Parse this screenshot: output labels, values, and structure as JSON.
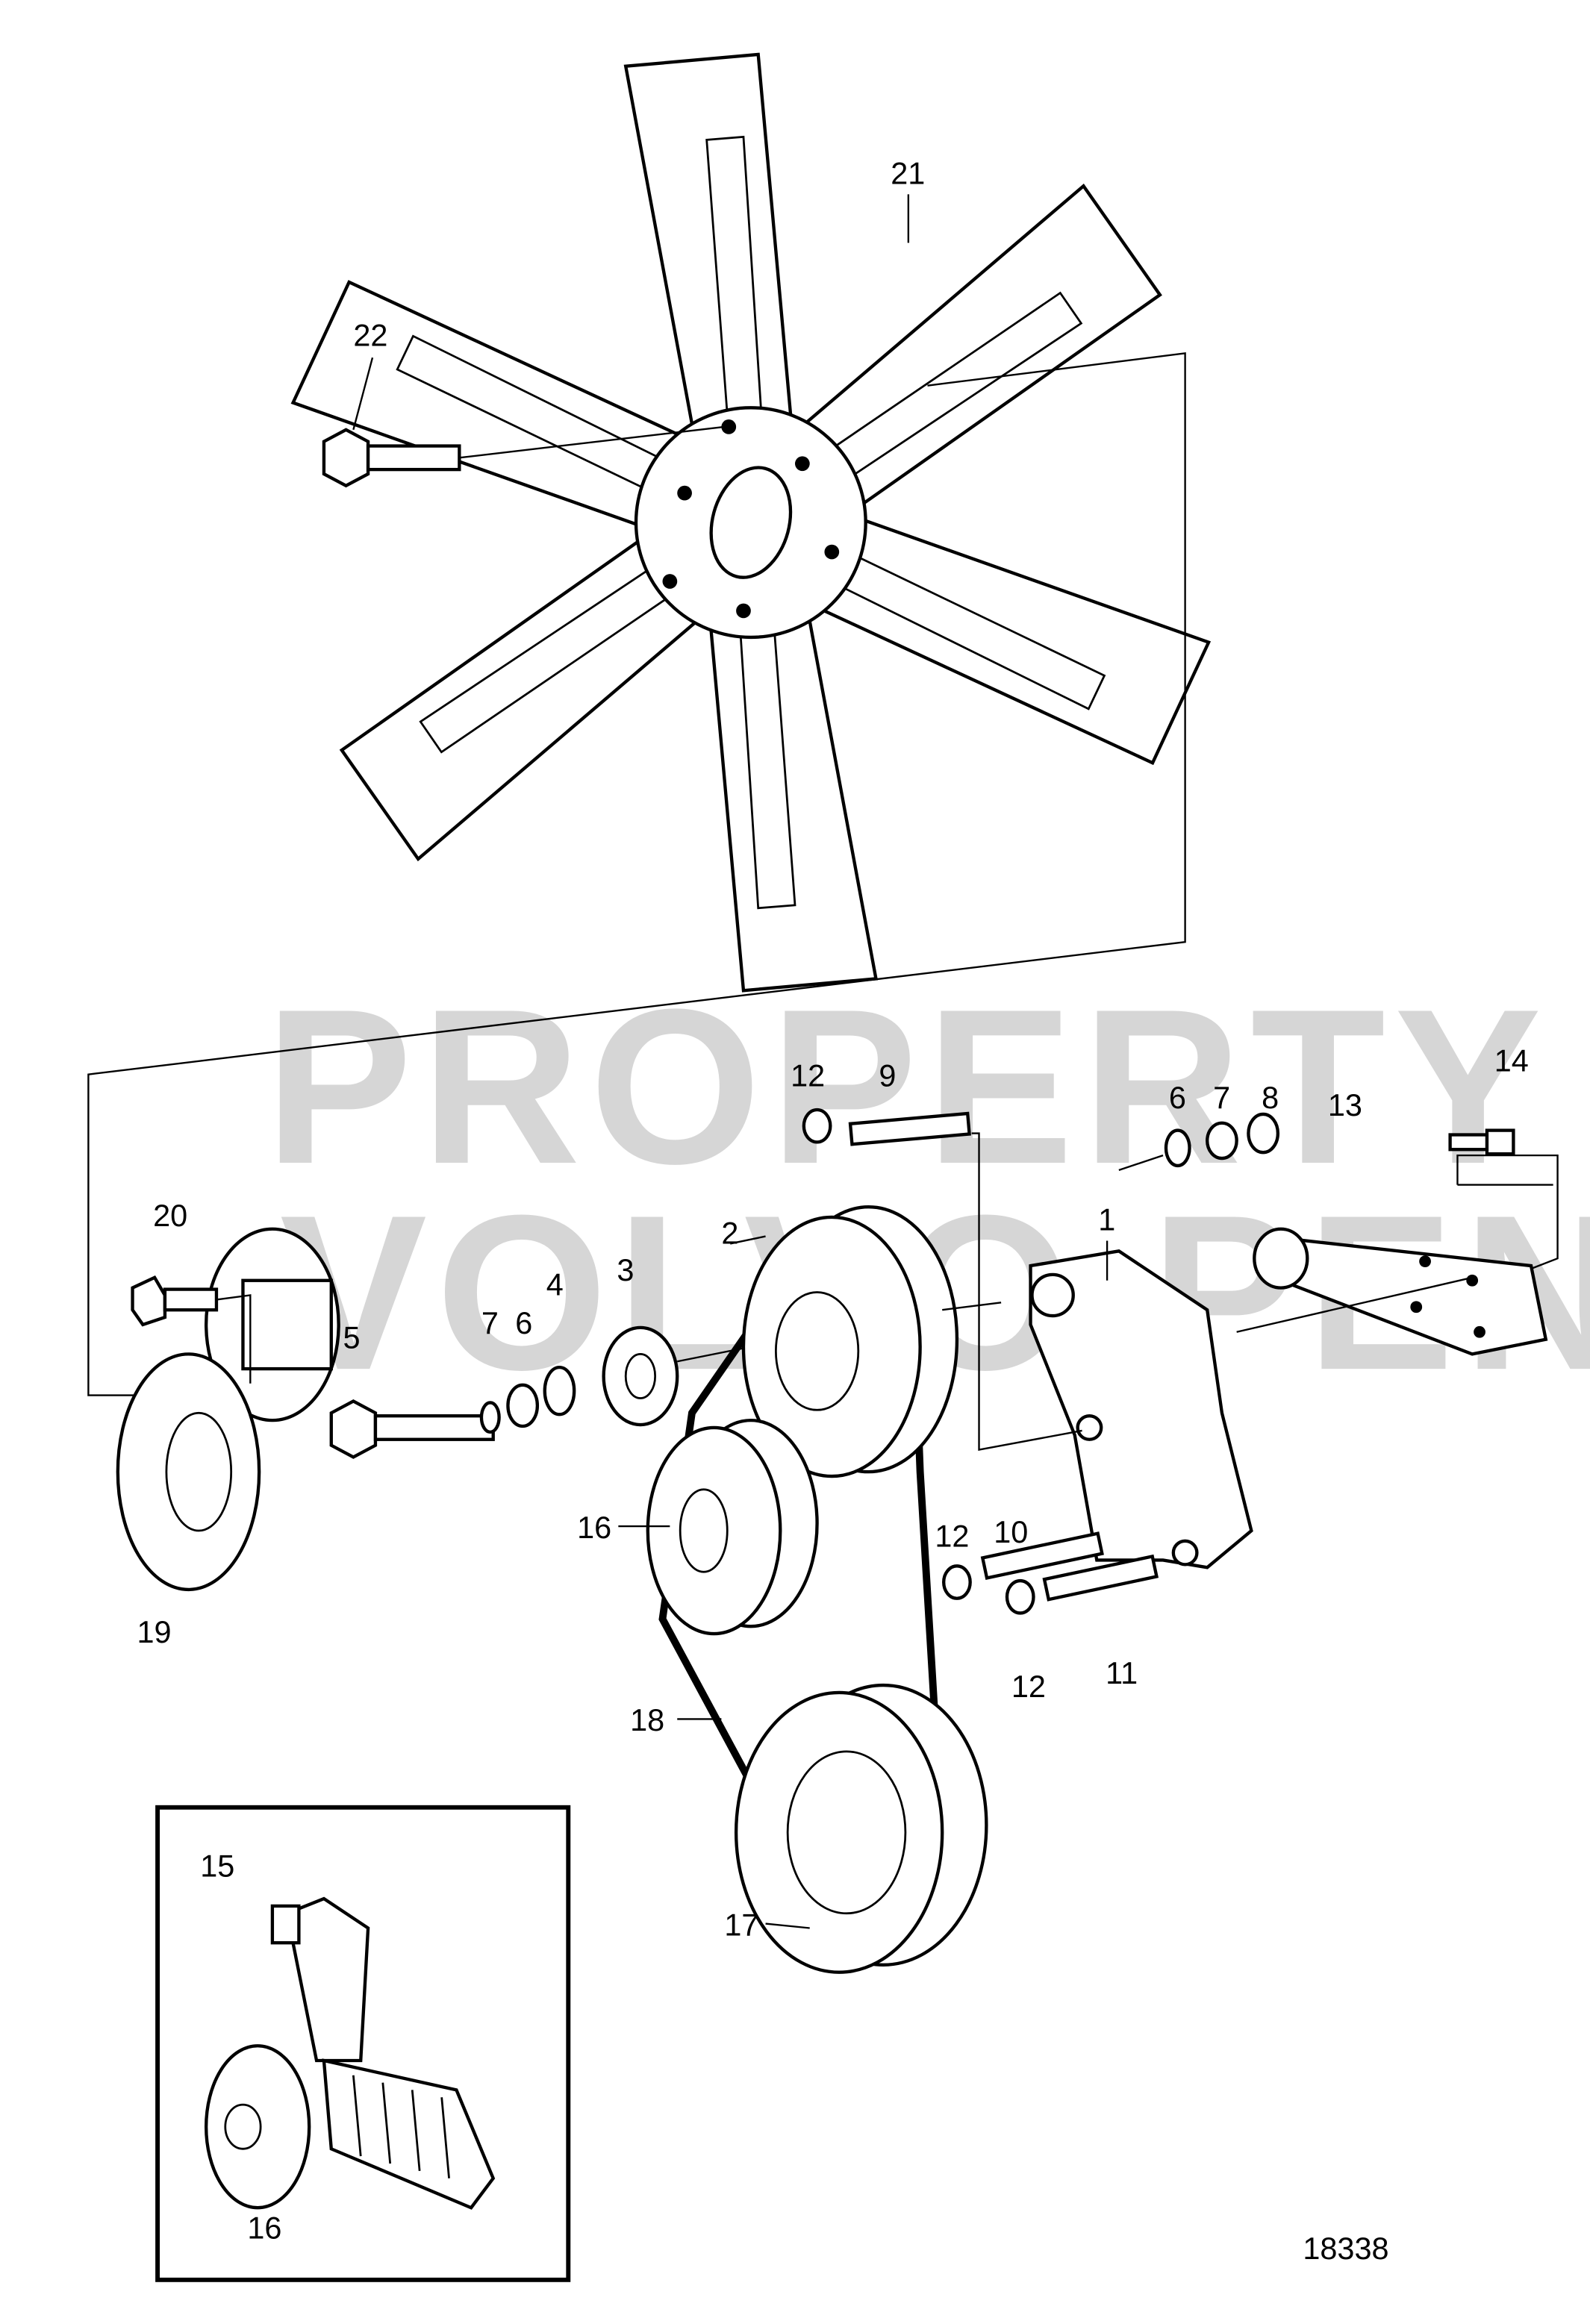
{
  "diagram": {
    "watermark": {
      "line1": "PROPERTY OF",
      "line2": "VOLVO PENTA"
    },
    "figure_number": "18338",
    "callouts": {
      "fan": "21",
      "fan_bolt": "22",
      "nut_top": "12",
      "stud_top": "9",
      "spacer_right": "6",
      "washer_right": "7",
      "nut_right": "8",
      "screw_14": "14",
      "bracket_13": "13",
      "pulley_2": "2",
      "bracket_1": "1",
      "screw_20": "20",
      "washer_left": "7",
      "spacer_left": "6",
      "circlip": "4",
      "bearing": "3",
      "bolt_5": "5",
      "pulley_16": "16",
      "nut_mid": "12",
      "stud_10": "10",
      "hub_19": "19",
      "belt": "18",
      "nut_low": "12",
      "stud_11": "11",
      "tensioner": "15",
      "crank_pulley": "17",
      "inset_pulley": "16"
    }
  }
}
